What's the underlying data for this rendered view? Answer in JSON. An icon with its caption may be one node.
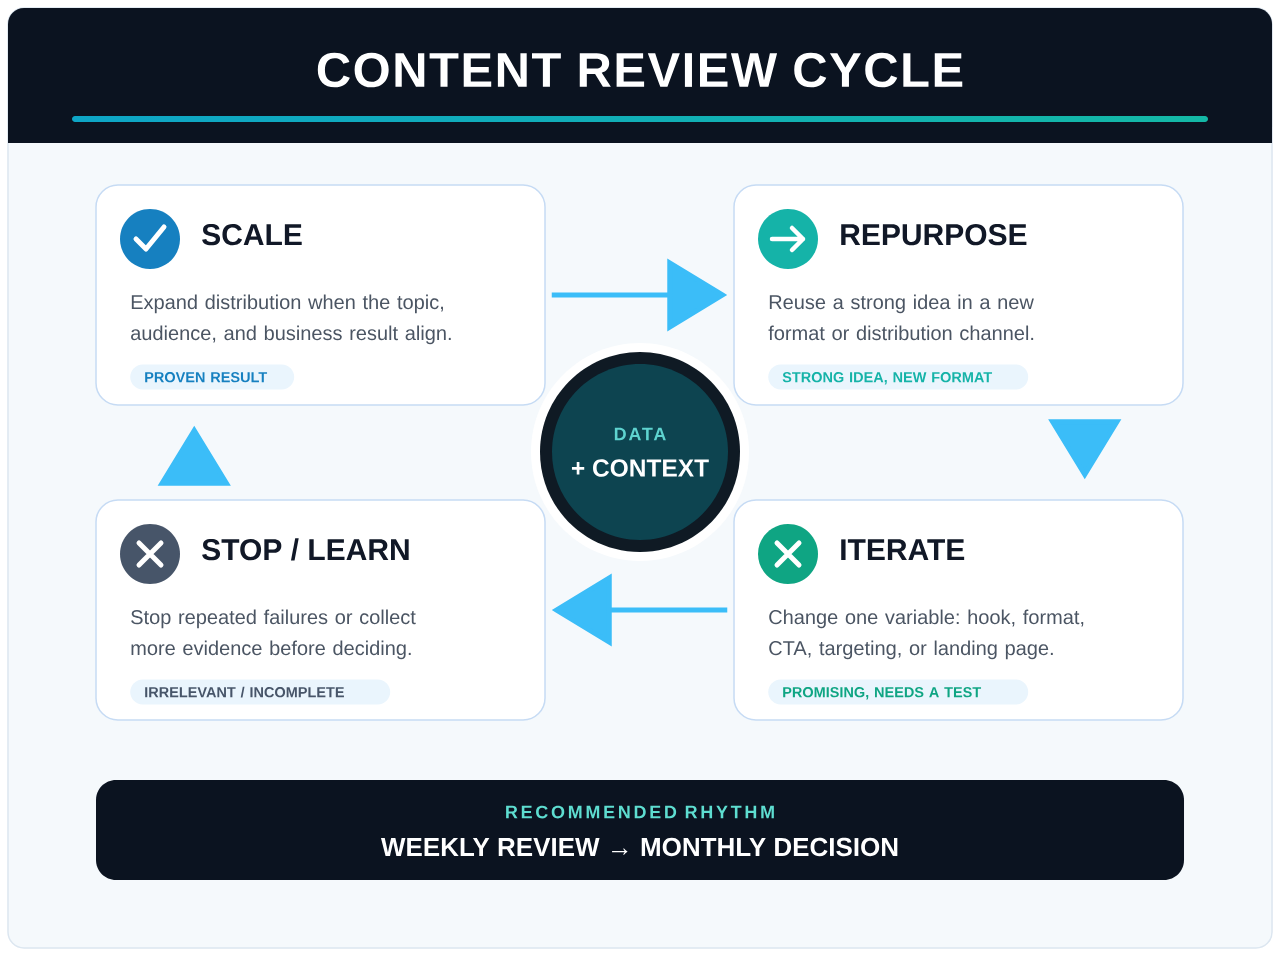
{
  "diagram": {
    "title": "CONTENT REVIEW CYCLE",
    "nodes": [
      {
        "text": [
          "SCALE",
          "Expand distribution when the topic, audience, and business result align."
        ]
      },
      {
        "text": [
          "PROVEN RESULT"
        ],
        "in": 0
      },
      {
        "text": [
          "REPURPOSE",
          "Reuse a strong idea in a new format or distribution channel."
        ]
      },
      {
        "text": [
          "STRONG IDEA, NEW FORMAT"
        ],
        "in": 2
      },
      {
        "text": [
          "DATA",
          "+ CONTEXT"
        ]
      },
      {
        "text": [
          "STOP / LEARN",
          "Stop repeated failures or collect more evidence before deciding."
        ]
      },
      {
        "text": [
          "IRRELEVANT / INCOMPLETE"
        ],
        "in": 5
      },
      {
        "text": [
          "ITERATE",
          "Change one variable: hook, format, CTA, targeting, or landing page."
        ]
      },
      {
        "text": [
          "PROMISING, NEEDS A TEST"
        ],
        "in": 7
      },
      {
        "text": [
          "RECOMMENDED RHYTHM",
          "WEEKLY REVIEW → MONTHLY DECISION"
        ]
      }
    ],
    "edges": [
      {
        "from": 0,
        "to": 2,
        "arrow": "to"
      },
      {
        "from": 2,
        "to": 7,
        "arrow": "to"
      },
      {
        "from": 7,
        "to": 5,
        "arrow": "to"
      },
      {
        "from": 5,
        "to": 0,
        "arrow": "to"
      }
    ]
  }
}
